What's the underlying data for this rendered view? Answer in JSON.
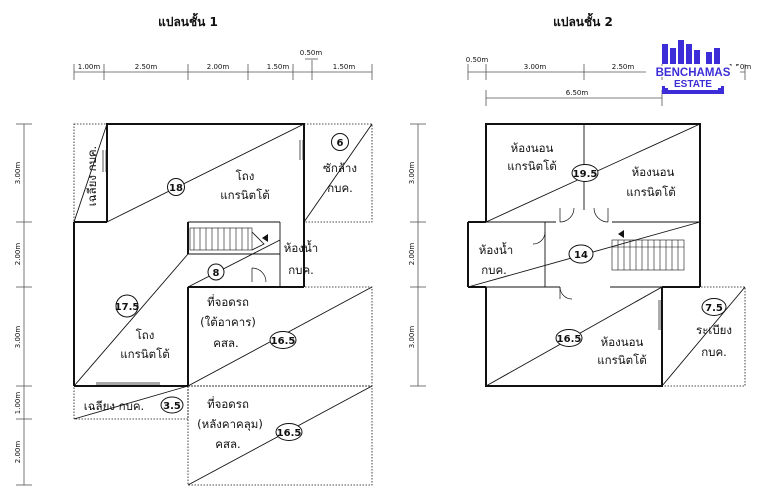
{
  "titles": {
    "floor1": "แปลนชั้น 1",
    "floor2": "แปลนชั้น 2"
  },
  "logo": {
    "line1": "BENCHAMAS",
    "line2": "ESTATE",
    "color": "#3d2dd8"
  },
  "floor1": {
    "dims_top": [
      "1.00m",
      "2.50m",
      "2.00m",
      "1.50m",
      "1.50m"
    ],
    "dim_top_upper": "0.50m",
    "dims_left": [
      "3.00m",
      "2.00m",
      "3.00m",
      "1.00m",
      "2.00m"
    ],
    "rooms": {
      "side_carport_upper": "เฉลียง กบค.",
      "hall_upper": {
        "l1": "โถง",
        "l2": "แกรนิตโต้",
        "num": "18"
      },
      "laundry": {
        "l1": "ซักล้าง",
        "l2": "กบค.",
        "num": "6"
      },
      "bathroom": {
        "l1": "ห้องน้ำ",
        "l2": "กบค.",
        "num": "8"
      },
      "hall_lower": {
        "l1": "โถง",
        "l2": "แกรนิตโต้",
        "num": "17.5"
      },
      "parking_covered": {
        "l1": "ที่จอดรถ",
        "l2": "(ใต้อาคาร)",
        "l3": "คสล.",
        "num": "16.5"
      },
      "porch": {
        "l1": "เฉลียง กบค.",
        "num": "3.5"
      },
      "parking_roof": {
        "l1": "ที่จอดรถ",
        "l2": "(หลังคาคลุม)",
        "l3": "คสล.",
        "num": "16.5"
      }
    }
  },
  "floor2": {
    "dims_top": [
      "0.50m",
      "3.00m",
      "2.50m",
      "1.50m"
    ],
    "dim_total": "6.50m",
    "dims_left": [
      "3.00m",
      "2.00m",
      "3.00m"
    ],
    "rooms": {
      "bedroom_a": {
        "l1": "ห้องนอน",
        "l2": "แกรนิตโต้"
      },
      "bedroom_b": {
        "l1": "ห้องนอน",
        "l2": "แกรนิตโต้",
        "num": "19.5"
      },
      "bathroom": {
        "l1": "ห้องน้ำ",
        "l2": "กบค."
      },
      "hall": {
        "num": "14"
      },
      "bedroom_c": {
        "l1": "ห้องนอน",
        "l2": "แกรนิตโต้",
        "num": "16.5"
      },
      "balcony": {
        "l1": "ระเบียง",
        "l2": "กบค.",
        "num": "7.5"
      }
    }
  }
}
